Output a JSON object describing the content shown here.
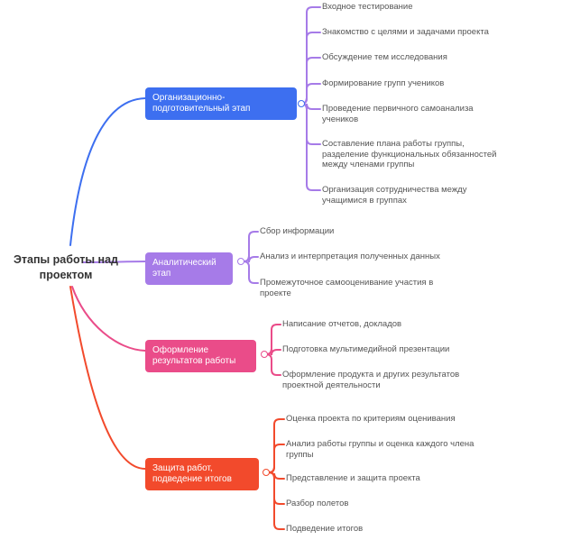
{
  "root": {
    "title": "Этапы работы над проектом"
  },
  "colors": {
    "stage1": "#3d6ff0",
    "stage2": "#a67be8",
    "stage3": "#ea4c89",
    "stage4": "#f24a2c"
  },
  "stages": [
    {
      "title": "Организационно-подготовительный этап",
      "items": [
        "Входное тестирование",
        "Знакомство с целями и задачами проекта",
        "Обсуждение тем исследования",
        "Формирование групп учеников",
        "Проведение первичного самоанализа учеников",
        "Составление плана работы группы, разделение функциональных обязанностей между членами группы",
        "Организация сотрудничества между учащимися в группах"
      ]
    },
    {
      "title": "Аналитический этап",
      "items": [
        "Сбор информации",
        "Анализ и интерпретация полученных данных",
        "Промежуточное самооценивание участия в проекте"
      ]
    },
    {
      "title": "Оформление результатов работы",
      "items": [
        "Написание отчетов, докладов",
        "Подготовка мультимедийной презентации",
        "Оформление продукта и других результатов проектной деятельности"
      ]
    },
    {
      "title": "Защита работ, подведение итогов",
      "items": [
        "Оценка проекта по критериям оценивания",
        "Анализ работы группы и оценка каждого члена группы",
        "Представление и защита проекта",
        "Разбор полетов",
        "Подведение итогов"
      ]
    }
  ]
}
